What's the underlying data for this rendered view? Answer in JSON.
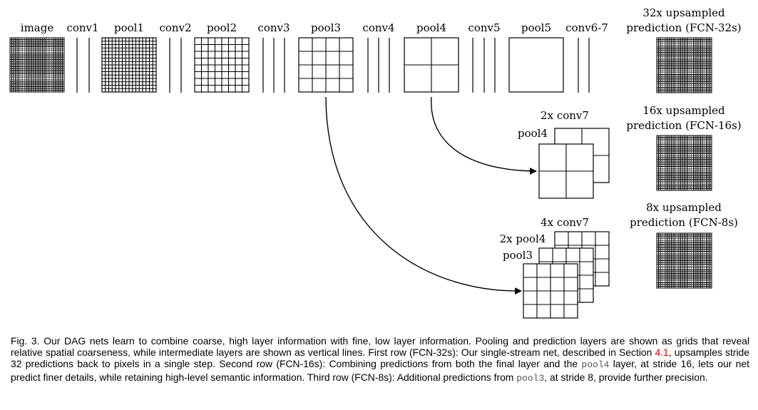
{
  "figure": {
    "columns": {
      "image": "image",
      "conv1": "conv1",
      "pool1": "pool1",
      "conv2": "conv2",
      "pool2": "pool2",
      "conv3": "conv3",
      "pool3": "pool3",
      "conv4": "conv4",
      "pool4": "pool4",
      "conv5": "conv5",
      "pool5": "pool5",
      "conv67": "conv6-7"
    },
    "outputs": {
      "fcn32s_line1": "32x upsampled",
      "fcn32s_line2": "prediction (FCN-32s)",
      "fcn16s_line1": "16x upsampled",
      "fcn16s_line2": "prediction (FCN-16s)",
      "fcn8s_line1": "8x upsampled",
      "fcn8s_line2": "prediction (FCN-8s)"
    },
    "row2": {
      "conv7": "2x conv7",
      "pool4": "pool4"
    },
    "row3": {
      "conv7": "4x conv7",
      "pool4": "2x pool4",
      "pool3": "pool3"
    }
  },
  "caption": {
    "part1": "Fig. 3.  Our DAG nets learn to combine coarse, high layer information with fine, low layer information. Pooling and prediction layers are shown as grids that reveal relative spatial coarseness, while intermediate layers are shown as vertical lines. First row (FCN-32s): Our single-stream net, described in Section ",
    "ref": "4.1",
    "part2": ", upsamples stride 32 predictions back to pixels in a single step. Second row (FCN-16s): Combining predictions from both the final layer and the ",
    "mono1": "pool4",
    "part3": " layer, at stride 16, lets our net predict finer details, while retaining high-level semantic information. Third row (FCN-8s): Additional predictions from ",
    "mono2": "pool3",
    "part4": ", at stride 8, provide further precision."
  }
}
